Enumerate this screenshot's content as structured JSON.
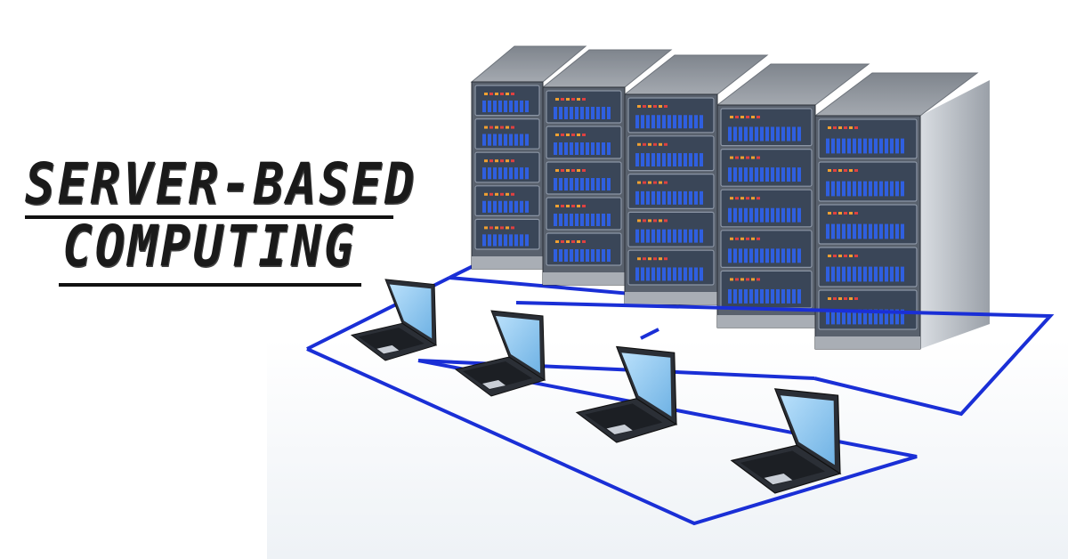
{
  "title": {
    "line1": "SERVER-BASED",
    "line2": "COMPUTING"
  },
  "colors": {
    "network_line": "#1a2fd6",
    "rack_front": "#3a4658",
    "rack_side": "#b8bdc4",
    "rack_top": "#8a9099",
    "drive_blue": "#2f5fe0",
    "laptop_screen": "#8fc8f0",
    "laptop_body": "#2b2f36",
    "title_text": "#1a1a1a"
  },
  "illustration": {
    "server_racks": 5,
    "rack_units_per_rack": 5,
    "laptops": 4
  }
}
